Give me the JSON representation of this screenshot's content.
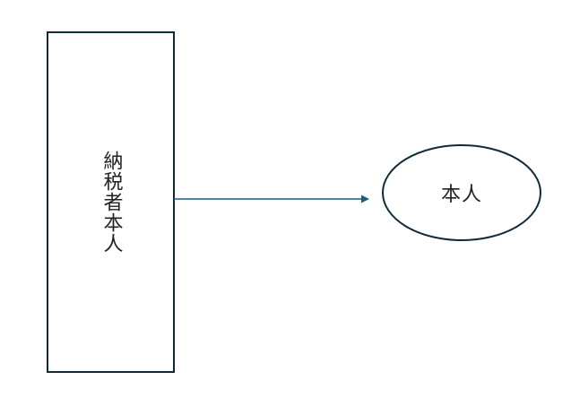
{
  "diagram": {
    "nodes": [
      {
        "id": "taxpayer",
        "shape": "rectangle",
        "label": "納税者本人"
      },
      {
        "id": "self",
        "shape": "ellipse",
        "label": "本人"
      }
    ],
    "edges": [
      {
        "from": "taxpayer",
        "to": "self",
        "arrow": "end"
      }
    ],
    "colors": {
      "stroke": "#0f2a3a",
      "connector": "#1f5c80",
      "text": "#222222",
      "background": "#ffffff"
    }
  }
}
